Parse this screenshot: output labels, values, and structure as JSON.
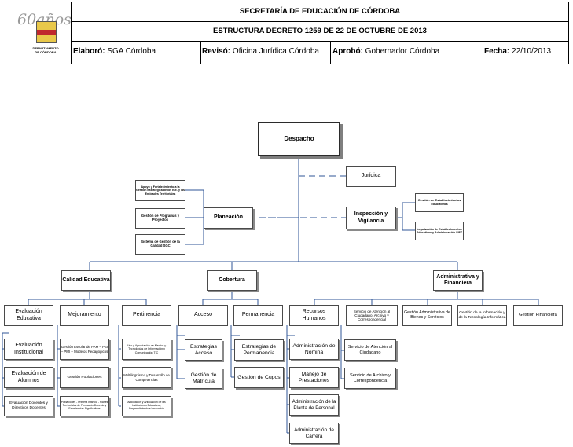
{
  "header": {
    "logo_text": "60años",
    "logo_caption_1": "DEPARTAMENTO",
    "logo_caption_2": "DE CÓRDOBA",
    "title": "SECRETARÍA  DE EDUCACIÓN DE CÓRDOBA",
    "subtitle": "ESTRUCTURA DECRETO 1259 DE 22 DE OCTUBRE DE 2013",
    "elaboro_label": "Elaboró:",
    "elaboro_value": "SGA Córdoba",
    "reviso_label": "Revisó:",
    "reviso_value": "Oficina Jurídica Córdoba",
    "aprobo_label": "Aprobó:",
    "aprobo_value": "Gobernador Córdoba",
    "fecha_label": "Fecha:",
    "fecha_value": "22/10/2013"
  },
  "chart": {
    "despacho": "Despacho",
    "juridica": "Jurídica",
    "planeacion": "Planeación",
    "inspeccion": "Inspección y Vigilancia",
    "plan_children": [
      "Apoyo y Fortalecimiento a la Gestión Estratégica de los E.E. y las Entidades Territoriales",
      "Gestión de Programas y Proyectos",
      "Sistema de Gestión de la Calidad SGC"
    ],
    "insp_children": [
      "Gestión de Establecimientos Educativos",
      "Legalización de Establecimientos Educativos y Administración SIET"
    ],
    "calidad": "Calidad Educativa",
    "cobertura": "Cobertura",
    "administrativa": "Administrativa y Financiera",
    "eval_educativa": "Evaluación Educativa",
    "mejoramiento": "Mejoramiento",
    "pertinencia": "Pertinencia",
    "acceso": "Acceso",
    "permanencia": "Permanencia",
    "recursos_humanos": "Recursos Humanos",
    "atencion_ciudadano": "Servicio de Atención al Ciudadano, Archivo y Correspondencial",
    "bienes": "Gestión Administrativa de Bienes y Servicios",
    "informacion": "Gestión de la Información y de la Tecnología Informática",
    "financiera": "Gestión Financiera",
    "eval_children": [
      "Evaluación Institucional",
      "Evaluación de Alumnos",
      "Evaluación Docentes y Directivos Docentes"
    ],
    "mej_children": [
      "Gestión Escolar de PAM – PEI – PMI – Modelos Pedagógicos",
      "Gestión Poblaciones",
      "Poblaciones - Primera Infancia - Planes Territoriales de Formación Docente y Experiencias Significativas"
    ],
    "pert_children": [
      "Uso y Apropiación de Medios y Tecnologías de Información y Comunicación TIC",
      "Multilingüismo y Desarrollo de Competencias",
      "Articulación y Articulación de las Instituciones Educativas, Emprendimiento e Innovación"
    ],
    "acc_children": [
      "Estrategias Acceso",
      "Gestión de Matrícula"
    ],
    "perm_children": [
      "Estrategias de Permanencia",
      "Gestión de Cupos"
    ],
    "rh_children": [
      "Administración de Nómina",
      "Manejo de Prestaciones",
      "Administración de la Planta de Personal",
      "Administración de Carrera"
    ],
    "at_children": [
      "Servicio de Atención al Ciudadano",
      "Servicio de Archivo y Correspondencia"
    ]
  }
}
